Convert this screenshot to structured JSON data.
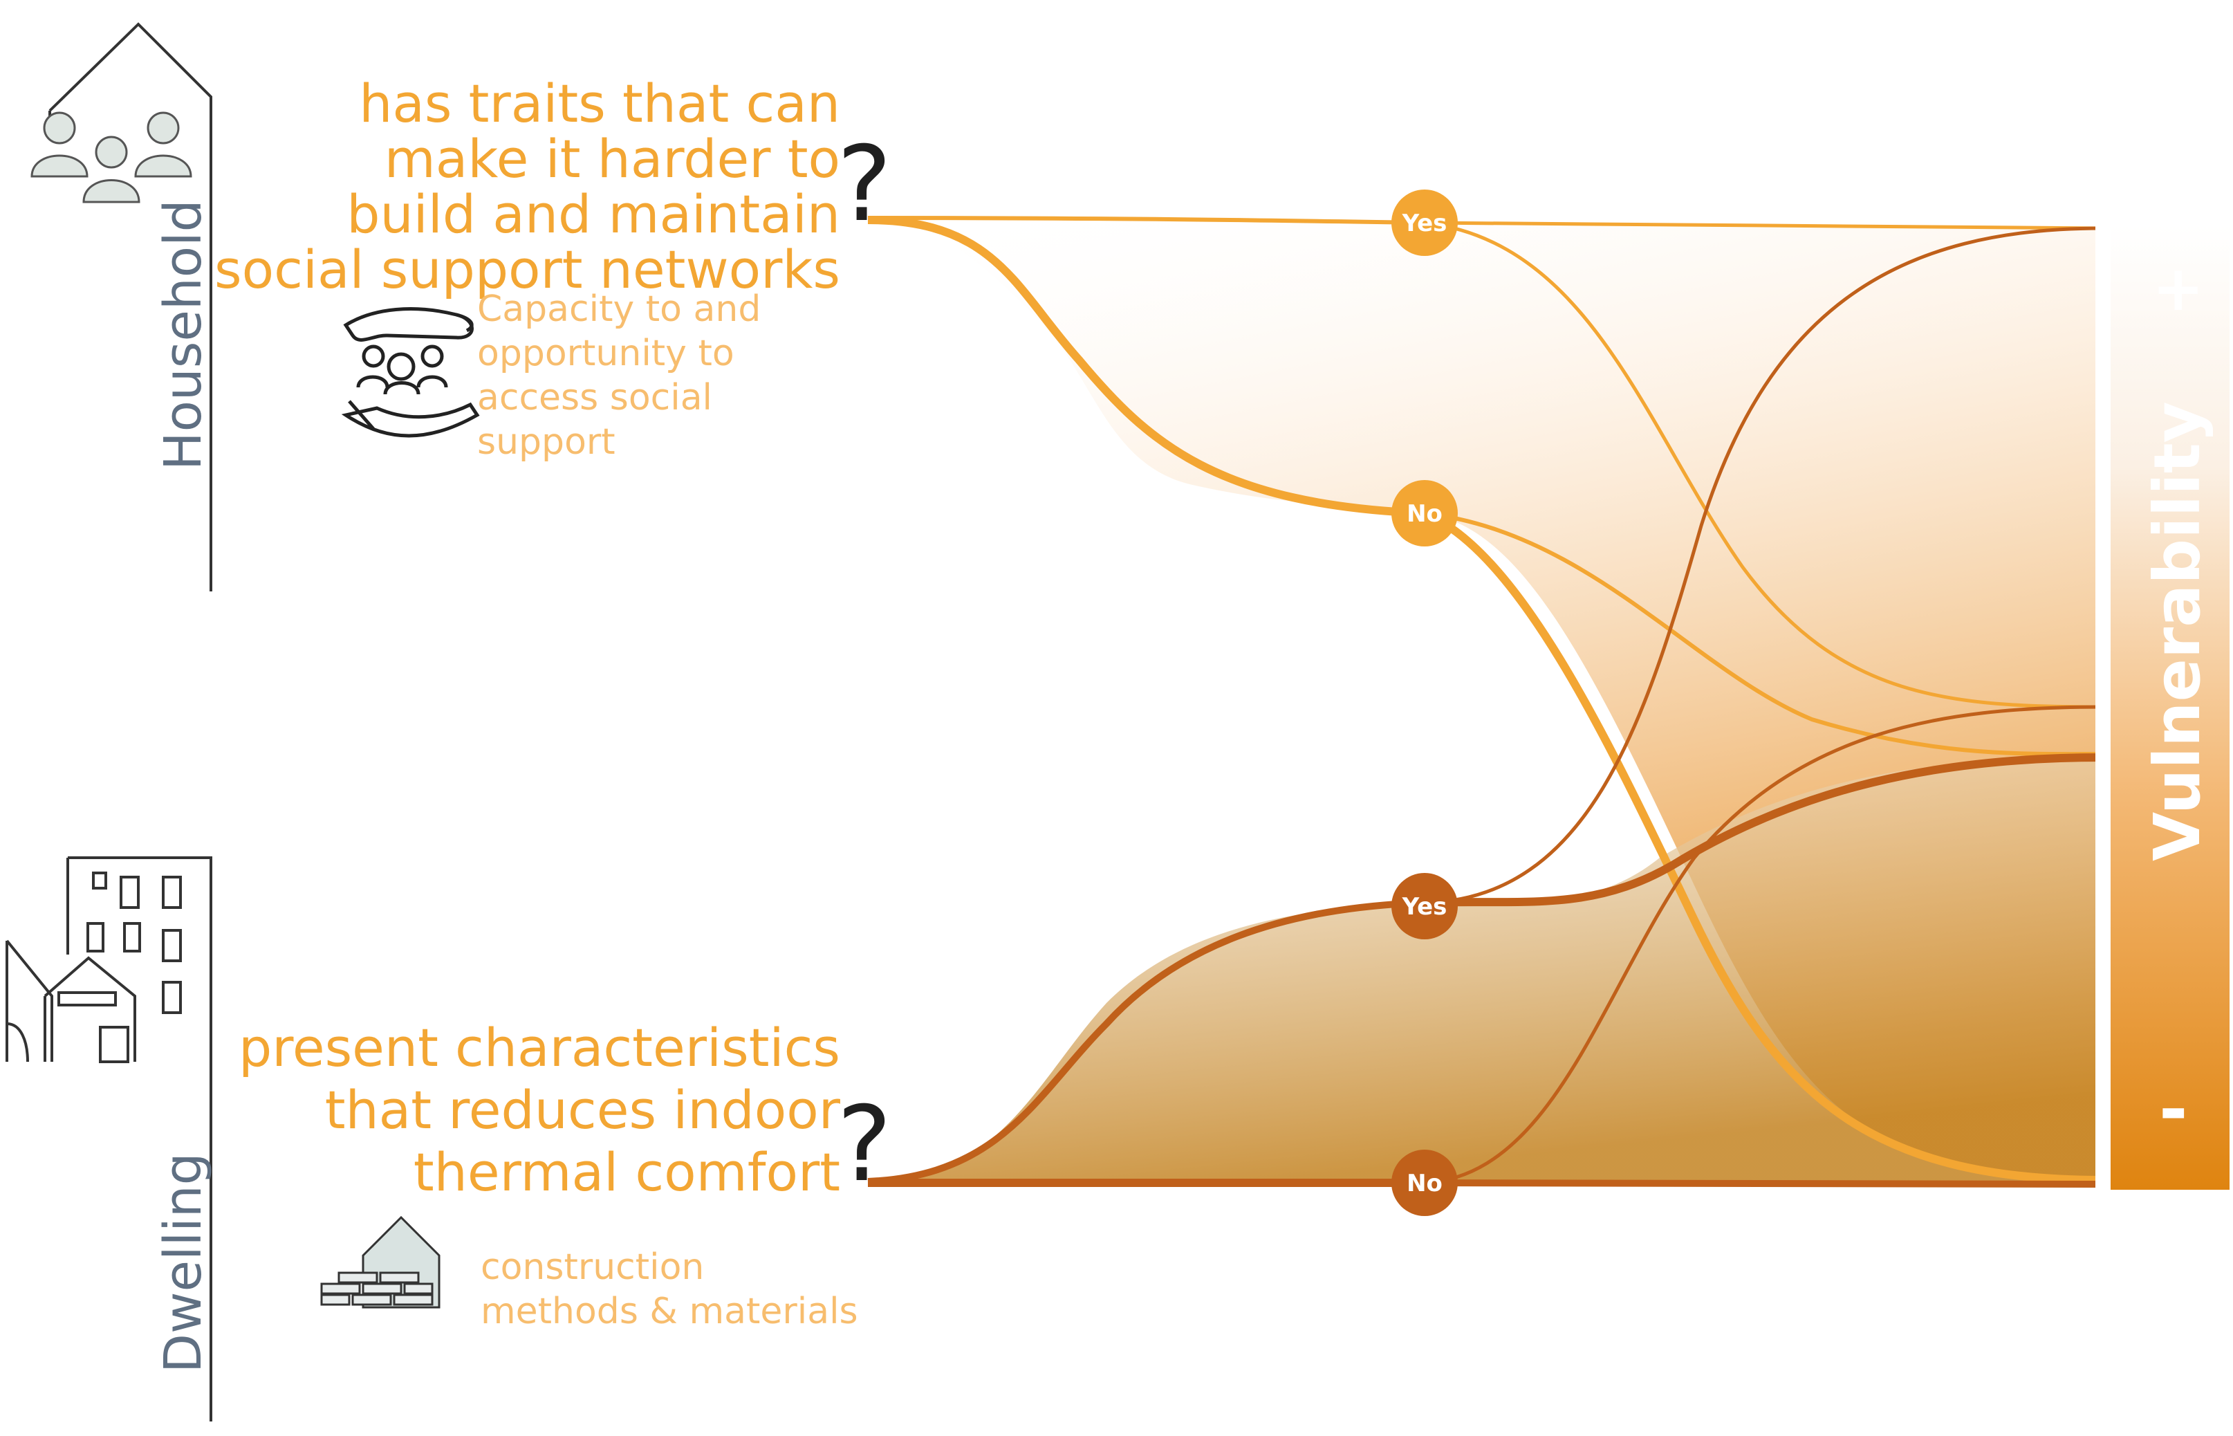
{
  "sections": {
    "household_label": "Household",
    "dwelling_label": "Dwelling"
  },
  "questions": {
    "household": {
      "lines": [
        "has traits that can",
        "make it harder to",
        "build and maintain",
        "social support networks"
      ],
      "qmark": "?",
      "description_lines": [
        "Capacity to and",
        "opportunity to",
        "access social",
        "support"
      ]
    },
    "dwelling": {
      "lines": [
        "present characteristics",
        "that reduces indoor",
        "thermal comfort"
      ],
      "qmark": "?",
      "description_lines": [
        "construction",
        "methods & materials"
      ]
    }
  },
  "nodes": {
    "household_yes": "Yes",
    "household_no": "No",
    "dwelling_yes": "Yes",
    "dwelling_no": "No"
  },
  "vulnerability_bar": {
    "title": "Vulnerability",
    "plus": "+",
    "minus": "-"
  },
  "colors": {
    "household": "#f3a633",
    "dwelling": "#c0601a",
    "bar_top": "#ffffff",
    "bar_bottom": "#e0870f",
    "text_gray": "#5f6f82"
  },
  "icons": [
    "house-family-icon",
    "hands-support-icon",
    "buildings-icon",
    "house-bricks-icon"
  ]
}
